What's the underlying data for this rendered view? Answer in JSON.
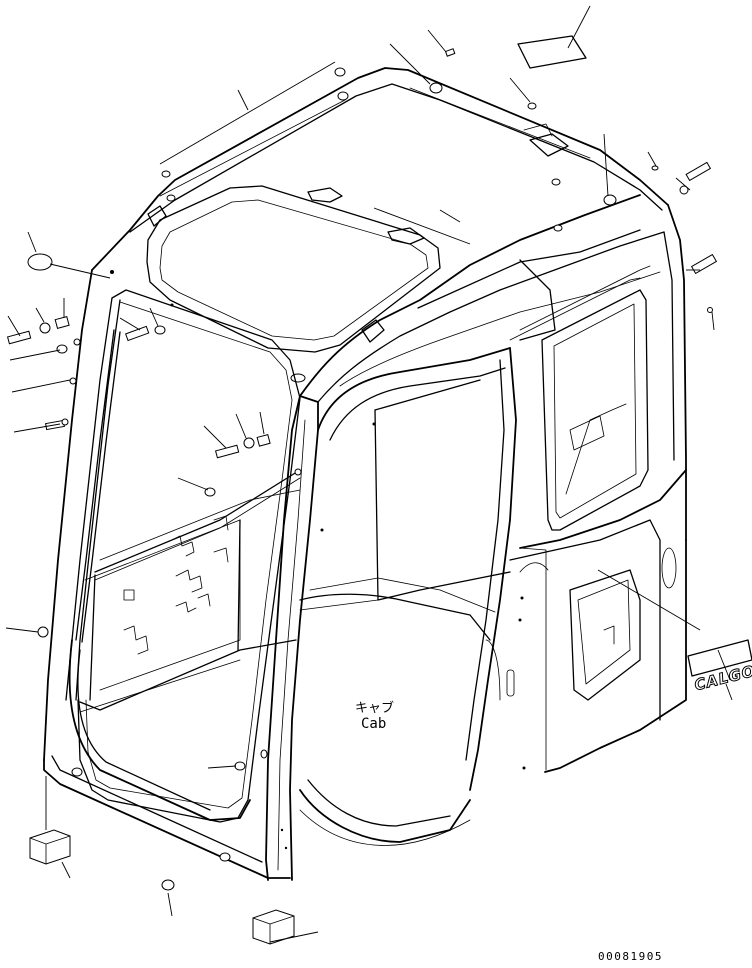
{
  "labels": {
    "cab_jp": "キャブ",
    "cab_en": "Cab",
    "brand_decal": "CALGO",
    "drawing_number": "00081905"
  },
  "colors": {
    "line": "#000000",
    "background": "#ffffff"
  }
}
